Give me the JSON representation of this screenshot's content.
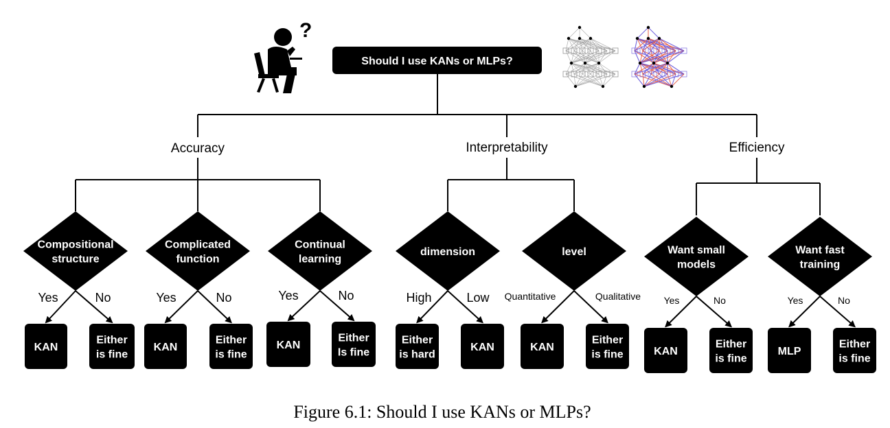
{
  "root": {
    "label": "Should I use KANs or MLPs?"
  },
  "question_mark": "?",
  "categories": [
    {
      "label": "Accuracy",
      "questions": [
        {
          "lines": [
            "Compositional",
            "structure"
          ],
          "left": "Yes",
          "right": "No",
          "left_result": [
            "KAN"
          ],
          "right_result": [
            "Either",
            "is fine"
          ]
        },
        {
          "lines": [
            "Complicated",
            "function"
          ],
          "left": "Yes",
          "right": "No",
          "left_result": [
            "KAN"
          ],
          "right_result": [
            "Either",
            "is fine"
          ]
        },
        {
          "lines": [
            "Continual",
            "learning"
          ],
          "left": "Yes",
          "right": "No",
          "left_result": [
            "KAN"
          ],
          "right_result": [
            "Either",
            "Is fine"
          ]
        }
      ]
    },
    {
      "label": "Interpretability",
      "questions": [
        {
          "lines": [
            "dimension"
          ],
          "left": "High",
          "right": "Low",
          "left_result": [
            "Either",
            "is hard"
          ],
          "right_result": [
            "KAN"
          ]
        },
        {
          "lines": [
            "level"
          ],
          "left": "Quantitative",
          "right": "Qualitative",
          "left_result": [
            "KAN"
          ],
          "right_result": [
            "Either",
            "is fine"
          ]
        }
      ]
    },
    {
      "label": "Efficiency",
      "questions": [
        {
          "lines": [
            "Want small",
            "models"
          ],
          "left": "Yes",
          "right": "No",
          "left_result": [
            "KAN"
          ],
          "right_result": [
            "Either",
            "is fine"
          ]
        },
        {
          "lines": [
            "Want fast",
            "training"
          ],
          "left": "Yes",
          "right": "No",
          "left_result": [
            "MLP"
          ],
          "right_result": [
            "Either",
            "is fine"
          ]
        }
      ]
    }
  ],
  "caption": "Figure 6.1: Should I use KANs or MLPs?",
  "colors": {
    "node_fill": "#000000",
    "node_text": "#ffffff",
    "kan_edge_blue": "#5b4bd8",
    "kan_edge_red": "#e8553a"
  }
}
